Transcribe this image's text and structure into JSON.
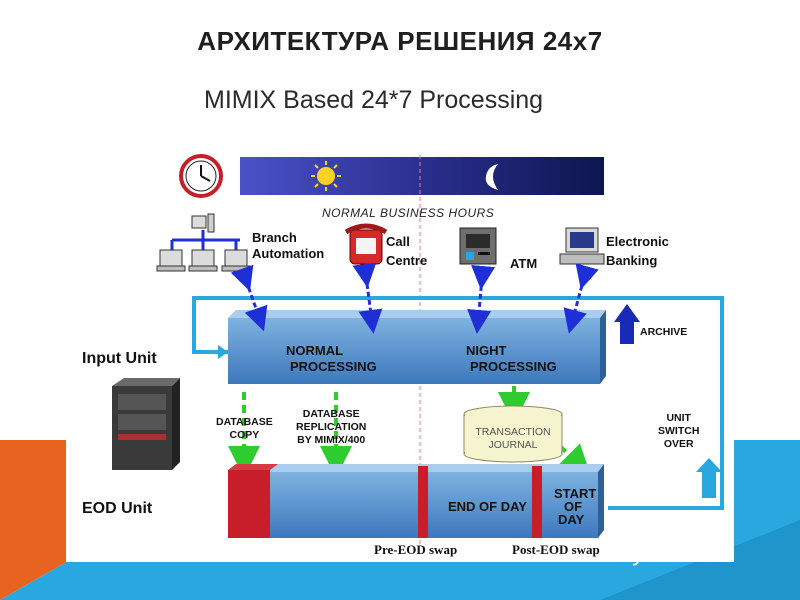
{
  "slide": {
    "title": "АРХИТЕКТУРА РЕШЕНИЯ 24x7",
    "subtitle": "MIMIX Based 24*7 Processing"
  },
  "diagram": {
    "normal_business_hours": "NORMAL BUSINESS HOURS",
    "channels": {
      "branch": [
        "Branch",
        "Automation"
      ],
      "call": [
        "Call",
        "Centre"
      ],
      "atm": "ATM",
      "electronic": [
        "Electronic",
        "Banking"
      ]
    },
    "input_unit": "Input Unit",
    "eod_unit": "EOD Unit",
    "normal_processing": [
      "NORMAL",
      "PROCESSING"
    ],
    "night_processing": [
      "NIGHT",
      "PROCESSING"
    ],
    "archive": "ARCHIVE",
    "database_copy": [
      "DATABASE",
      "COPY"
    ],
    "database_replication": [
      "DATABASE",
      "REPLICATION",
      "BY MIMIX/400"
    ],
    "transaction_journal": [
      "TRANSACTION",
      "JOURNAL"
    ],
    "unit_switch_over": [
      "UNIT",
      "SWITCH",
      "OVER"
    ],
    "end_of_day": "END OF DAY",
    "start_of_day": [
      "START",
      "OF",
      "DAY"
    ],
    "pre_eod_swap": "Pre-EOD swap",
    "post_eod_swap": "Post-EOD swap"
  },
  "watermark": "MyShared",
  "colors": {
    "accent_blue": "#29a8e0",
    "orange": "#e8631f",
    "night_sky": "#2b2f8f",
    "process_blue": "#4f8fcf",
    "red_stripe": "#c81e2a",
    "arrow_blue": "#1e2fd6",
    "arrow_green": "#2ecc2e"
  },
  "icons": [
    "clock-icon",
    "sun-icon",
    "moon-icon",
    "network-icon",
    "phone-icon",
    "atm-icon",
    "computer-icon",
    "server-icon"
  ]
}
